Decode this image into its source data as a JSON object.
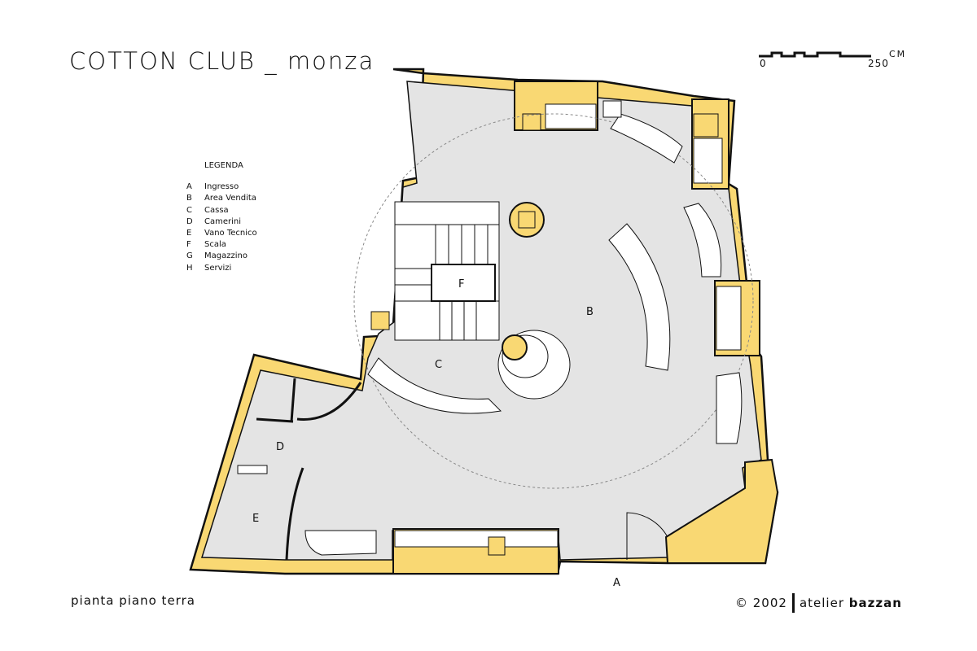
{
  "title": "COTTON CLUB _ monza",
  "subtitle": "pianta piano terra",
  "copyright": {
    "year": "© 2002",
    "brand_light": "atelier",
    "brand_bold": "bazzan"
  },
  "scale_bar": {
    "unit": "CM",
    "start": "0",
    "end": "250"
  },
  "legend": {
    "heading": "LEGENDA",
    "items": [
      {
        "key": "A",
        "label": "Ingresso"
      },
      {
        "key": "B",
        "label": "Area Vendita"
      },
      {
        "key": "C",
        "label": "Cassa"
      },
      {
        "key": "D",
        "label": "Camerini"
      },
      {
        "key": "E",
        "label": "Vano Tecnico"
      },
      {
        "key": "F",
        "label": "Scala"
      },
      {
        "key": "G",
        "label": "Magazzino"
      },
      {
        "key": "H",
        "label": "Servizi"
      }
    ]
  },
  "plan_labels": {
    "A": "A",
    "B": "B",
    "C": "C",
    "D": "D",
    "E": "E",
    "F": "F"
  },
  "colors": {
    "wall": "#f9d873",
    "floor": "#e4e4e4",
    "line": "#111111"
  }
}
